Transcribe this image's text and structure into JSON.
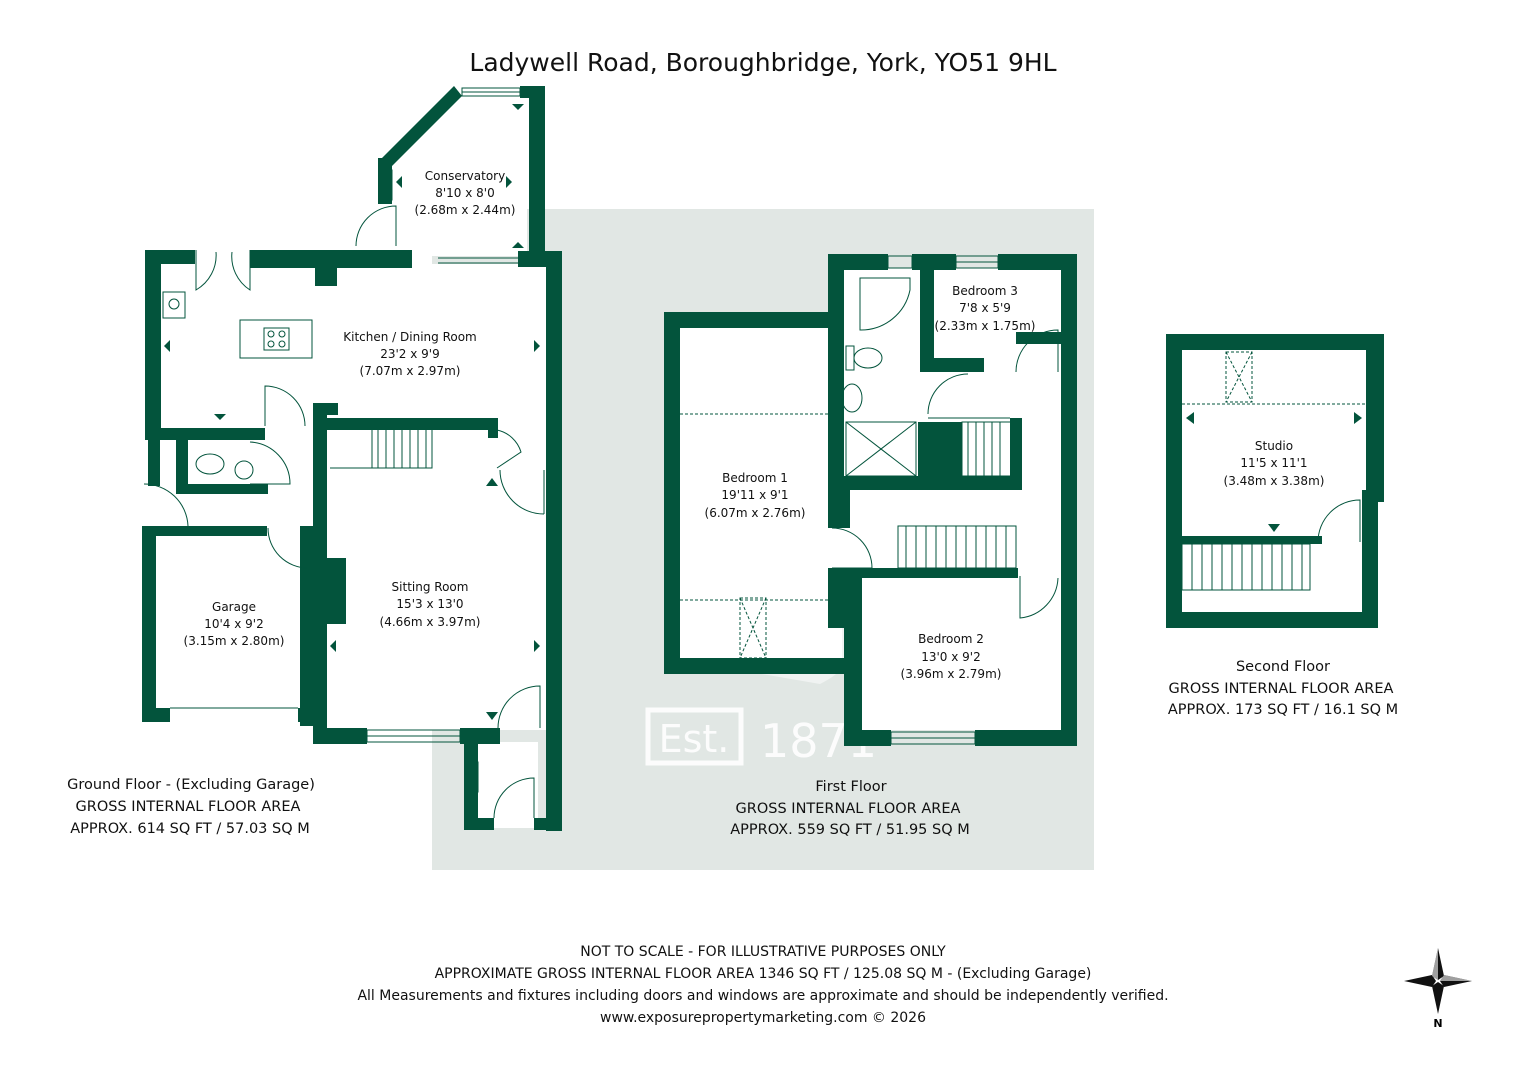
{
  "title": "Ladywell Road, Boroughbridge, York, YO51 9HL",
  "colors": {
    "wall": "#03543c",
    "panel": "#e1e7e4",
    "floor": "#ffffff",
    "text": "#111111"
  },
  "watermark": {
    "est": "Est.",
    "year": "1871"
  },
  "rooms": {
    "conservatory": {
      "name": "Conservatory",
      "imperial": "8'10 x 8'0",
      "metric": "(2.68m x 2.44m)"
    },
    "kitchen": {
      "name": "Kitchen / Dining Room",
      "imperial": "23'2 x 9'9",
      "metric": "(7.07m x 2.97m)"
    },
    "garage": {
      "name": "Garage",
      "imperial": "10'4 x 9'2",
      "metric": "(3.15m x 2.80m)"
    },
    "sitting": {
      "name": "Sitting Room",
      "imperial": "15'3 x 13'0",
      "metric": "(4.66m x 3.97m)"
    },
    "bedroom1": {
      "name": "Bedroom 1",
      "imperial": "19'11 x 9'1",
      "metric": "(6.07m x 2.76m)"
    },
    "bedroom2": {
      "name": "Bedroom 2",
      "imperial": "13'0 x 9'2",
      "metric": "(3.96m x 2.79m)"
    },
    "bedroom3": {
      "name": "Bedroom 3",
      "imperial": "7'8 x 5'9",
      "metric": "(2.33m x 1.75m)"
    },
    "studio": {
      "name": "Studio",
      "imperial": "11'5 x 11'1",
      "metric": "(3.48m x 3.38m)"
    }
  },
  "floors": {
    "ground": {
      "label": "Ground Floor - (Excluding Garage)",
      "gia": "GROSS INTERNAL FLOOR AREA",
      "area": "APPROX. 614 SQ FT / 57.03 SQ M"
    },
    "first": {
      "label": "First Floor",
      "gia": "GROSS INTERNAL FLOOR AREA",
      "area": "APPROX. 559 SQ FT / 51.95 SQ M"
    },
    "second": {
      "label": "Second Floor",
      "gia": "GROSS INTERNAL FLOOR AREA",
      "area": "APPROX. 173 SQ FT / 16.1 SQ M"
    }
  },
  "footer": {
    "line1": "NOT TO SCALE - FOR ILLUSTRATIVE PURPOSES ONLY",
    "line2": "APPROXIMATE GROSS INTERNAL FLOOR AREA 1346 SQ FT / 125.08 SQ M - (Excluding Garage)",
    "line3": "All Measurements and fixtures including doors and windows are approximate and should be independently verified.",
    "line4": "www.exposurepropertymarketing.com © 2026"
  },
  "compass": {
    "north": "N",
    "icon": "compass-rose-icon"
  }
}
